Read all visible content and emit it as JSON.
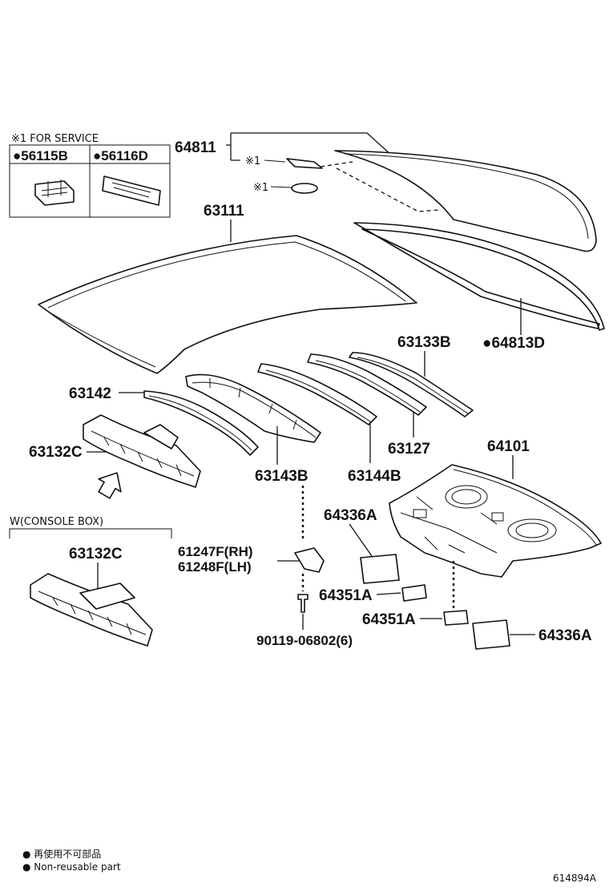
{
  "service_box": {
    "title": "※1 FOR SERVICE",
    "left_part": "●56115B",
    "right_part": "●56116D"
  },
  "parts": {
    "back_window_group": "64811",
    "service_mark_upper": "※1",
    "service_mark_lower": "※1",
    "roof_panel": "63111",
    "back_glass_dam": "●64813D",
    "roof_bow_rear": "63133B",
    "roof_bow_front": "63142",
    "roof_bow_143": "63143B",
    "roof_bow_144": "63144B",
    "roof_bow_127": "63127",
    "front_header": "63132C",
    "package_tray": "64101",
    "silencer_upper": "64336A",
    "pad_upper": "64351A",
    "pad_lower": "64351A",
    "silencer_lower": "64336A",
    "bracket_rh": "61247F(RH)",
    "bracket_lh": "61248F(LH)",
    "bolt": "90119-06802(6)"
  },
  "console_box": {
    "title": "W(CONSOLE BOX)",
    "part": "63132C"
  },
  "legend": {
    "japanese": "● 再使用不可部品",
    "english": "● Non-reusable part"
  },
  "figure_id": "614894A"
}
